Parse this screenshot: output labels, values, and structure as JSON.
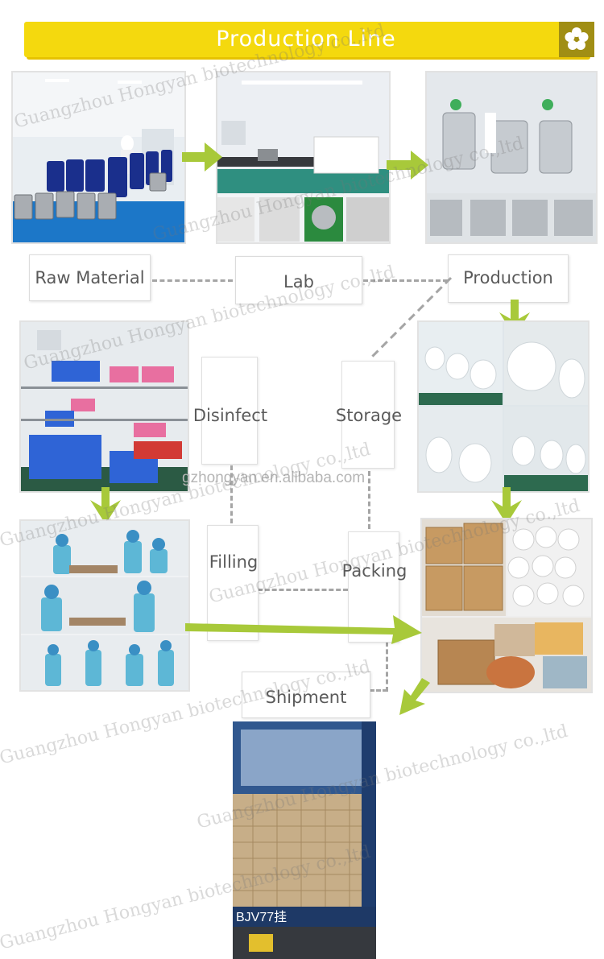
{
  "banner": {
    "title": "Production Line",
    "accent_color": "#f4d90e",
    "flower_icon": "flower-icon"
  },
  "steps": {
    "raw_material": "Raw Material",
    "lab": "Lab",
    "production": "Production",
    "disinfect": "Disinfect",
    "storage": "Storage",
    "filling": "Filling",
    "packing": "Packing",
    "shipment": "Shipment"
  },
  "site_url": "gzhongyan.en.alibaba.com",
  "watermark": "Guangzhou Hongyan biotechnology co.,ltd",
  "container_plate": "BJV77挂",
  "arrow_color": "#a8c93a"
}
